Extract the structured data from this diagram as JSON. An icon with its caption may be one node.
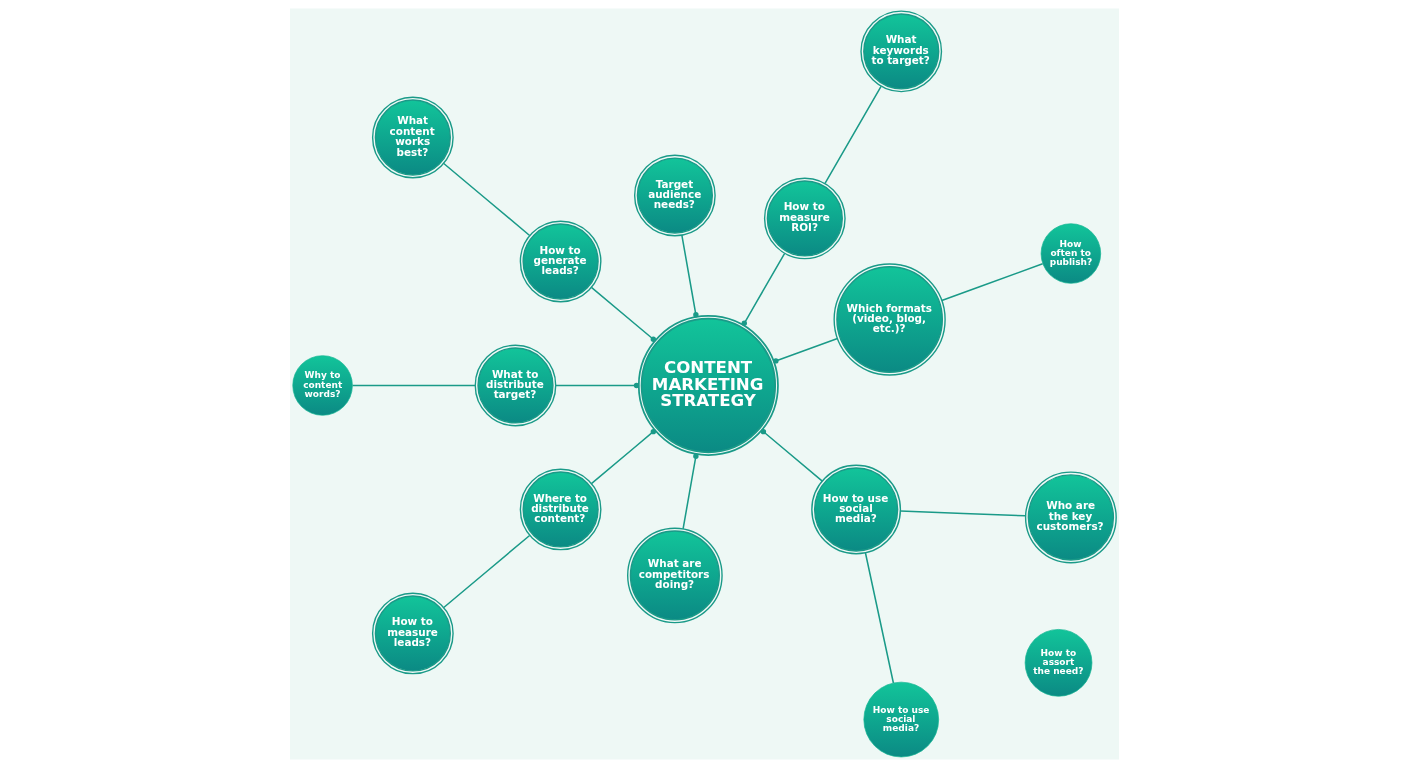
{
  "diagram": {
    "nodes": [
      {
        "text": [
          "CONTENT MARKETING STRATEGY"
        ]
      },
      {
        "text": [
          "What content works best?"
        ]
      },
      {
        "text": [
          "How to generate leads?"
        ]
      },
      {
        "text": [
          "Target audience needs?"
        ]
      },
      {
        "text": [
          "How to measure ROI?"
        ]
      },
      {
        "text": [
          "What keywords to target?"
        ]
      },
      {
        "text": [
          "Why to content words?"
        ]
      },
      {
        "text": [
          "What to distribute target?"
        ]
      },
      {
        "text": [
          "Which formats (video, blog, etc.)?"
        ]
      },
      {
        "text": [
          "How often to publish?"
        ]
      },
      {
        "text": [
          "Where to distribute content?"
        ]
      },
      {
        "text": [
          "What are competitors doing?"
        ]
      },
      {
        "text": [
          "How to use social media?"
        ]
      },
      {
        "text": [
          "Who are the key customers?"
        ]
      },
      {
        "text": [
          "How to measure leads?"
        ]
      },
      {
        "text": [
          "How to assort the need?"
        ]
      },
      {
        "text": [
          "How to use social media?"
        ]
      }
    ],
    "edges": [
      {
        "from": 0,
        "to": 3,
        "arrow": "other"
      },
      {
        "from": 0,
        "to": 4,
        "arrow": "other"
      },
      {
        "from": 0,
        "to": 8,
        "arrow": "other"
      },
      {
        "from": 0,
        "to": 12,
        "arrow": "other"
      },
      {
        "from": 0,
        "to": 11,
        "arrow": "other"
      },
      {
        "from": 0,
        "to": 10,
        "arrow": "other"
      },
      {
        "from": 0,
        "to": 7,
        "arrow": "other"
      },
      {
        "from": 0,
        "to": 2,
        "arrow": "other"
      },
      {
        "from": 2,
        "to": 1,
        "arrow": "none"
      },
      {
        "from": 4,
        "to": 5,
        "arrow": "none"
      },
      {
        "from": 8,
        "to": 9,
        "arrow": "none"
      },
      {
        "from": 12,
        "to": 13,
        "arrow": "none"
      },
      {
        "from": 12,
        "to": 16,
        "arrow": "none"
      },
      {
        "from": 10,
        "to": 14,
        "arrow": "none"
      },
      {
        "from": 7,
        "to": 6,
        "arrow": "none"
      }
    ]
  }
}
